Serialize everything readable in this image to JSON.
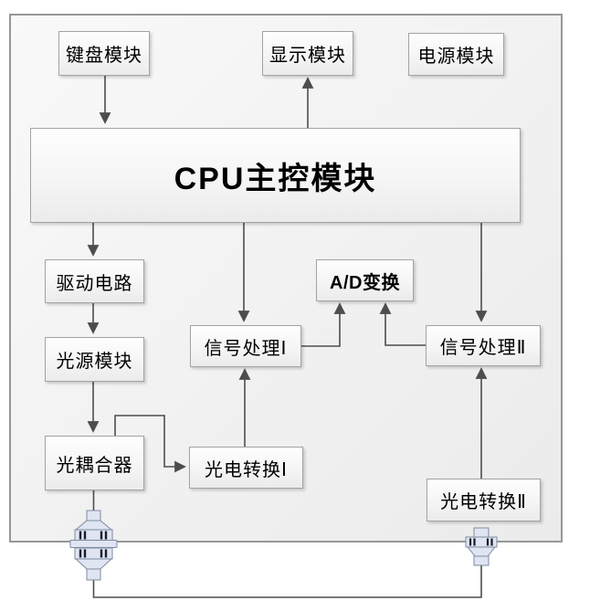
{
  "diagram": {
    "nodes": {
      "keyboard": {
        "label": "键盘模块"
      },
      "display": {
        "label": "显示模块"
      },
      "power": {
        "label": "电源模块"
      },
      "cpu": {
        "label": "CPU主控模块"
      },
      "drive_circuit": {
        "label": "驱动电路"
      },
      "light_source": {
        "label": "光源模块"
      },
      "optical_coupler": {
        "label": "光耦合器"
      },
      "signal_proc_1": {
        "label": "信号处理Ⅰ"
      },
      "ad_convert": {
        "label": "A/D变换"
      },
      "signal_proc_2": {
        "label": "信号处理Ⅱ"
      },
      "photo_convert_1": {
        "label": "光电转换Ⅰ"
      },
      "photo_convert_2": {
        "label": "光电转换Ⅱ"
      }
    },
    "edges": [
      {
        "from": "keyboard",
        "to": "cpu",
        "arrow": "down"
      },
      {
        "from": "cpu",
        "to": "display",
        "arrow": "up"
      },
      {
        "from": "cpu",
        "to": "drive_circuit",
        "arrow": "down"
      },
      {
        "from": "drive_circuit",
        "to": "light_source",
        "arrow": "down"
      },
      {
        "from": "light_source",
        "to": "optical_coupler",
        "arrow": "down"
      },
      {
        "from": "cpu",
        "to": "signal_proc_1",
        "arrow": "down"
      },
      {
        "from": "cpu",
        "to": "signal_proc_2",
        "arrow": "down"
      },
      {
        "from": "signal_proc_1",
        "to": "ad_convert",
        "arrow": "up"
      },
      {
        "from": "signal_proc_2",
        "to": "ad_convert",
        "arrow": "up"
      },
      {
        "from": "photo_convert_1",
        "to": "signal_proc_1",
        "arrow": "up"
      },
      {
        "from": "photo_convert_2",
        "to": "signal_proc_2",
        "arrow": "up"
      },
      {
        "from": "optical_coupler",
        "to": "photo_convert_1",
        "arrow": "right"
      },
      {
        "from": "optical_coupler",
        "to": "fiber_connector_left",
        "arrow": "none"
      },
      {
        "from": "fiber_connector_left",
        "to": "fiber_connector_right",
        "arrow": "none"
      }
    ],
    "icons": {
      "left": "fiber-optic-connector-icon",
      "right": "fiber-optic-connector-icon"
    },
    "colors": {
      "line": "#4d4d4d",
      "box_border": "#a3a3a3",
      "frame_border": "#979797",
      "frame_fill": "#f1f1f1",
      "connector_fill": "#dfe5f2",
      "connector_stroke": "#7e8aa0",
      "connector_stripe": "#1c1c28"
    }
  }
}
